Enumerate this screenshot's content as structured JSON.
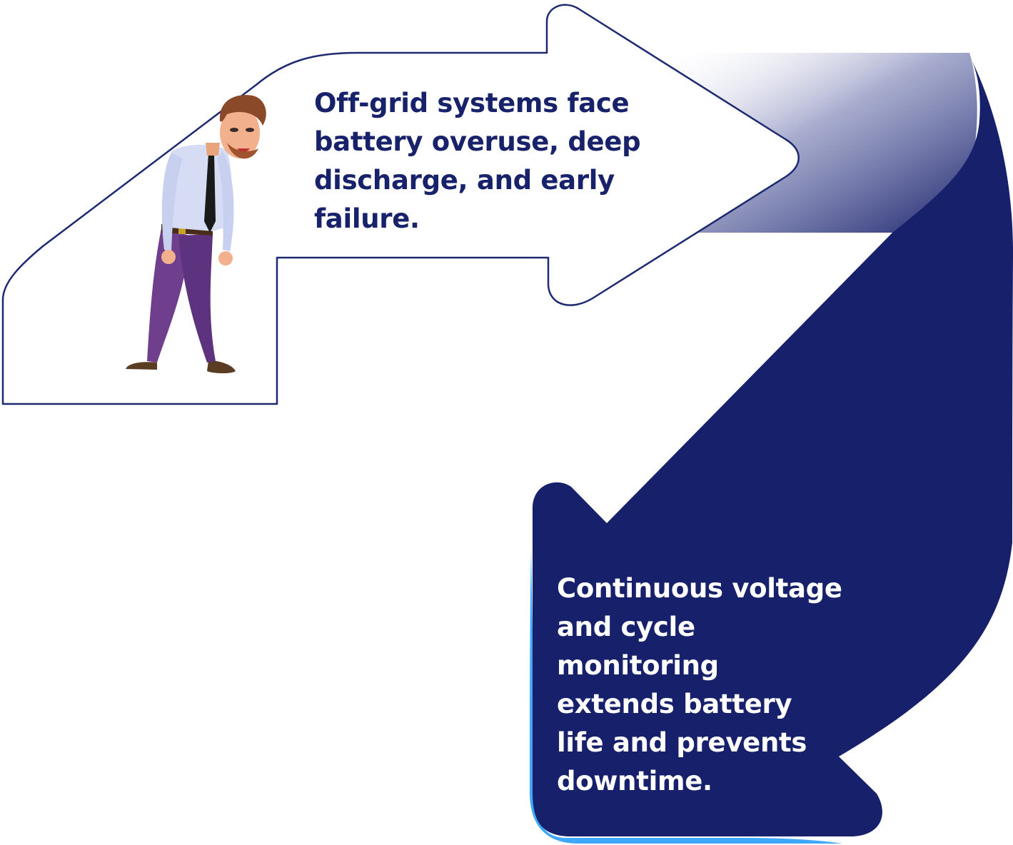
{
  "problem": {
    "text": "Off-grid systems face battery overuse, deep discharge, and early failure."
  },
  "solution": {
    "text": "Continuous voltage and cycle monitoring extends battery life and prevents downtime."
  },
  "colors": {
    "navy": "#17206a",
    "accent_blue": "#3ea8ff",
    "outline": "#1d2a72",
    "text_dark": "#17226a",
    "text_light": "#ffffff"
  },
  "icons": {
    "figure": "tired-businessman-illustration"
  }
}
